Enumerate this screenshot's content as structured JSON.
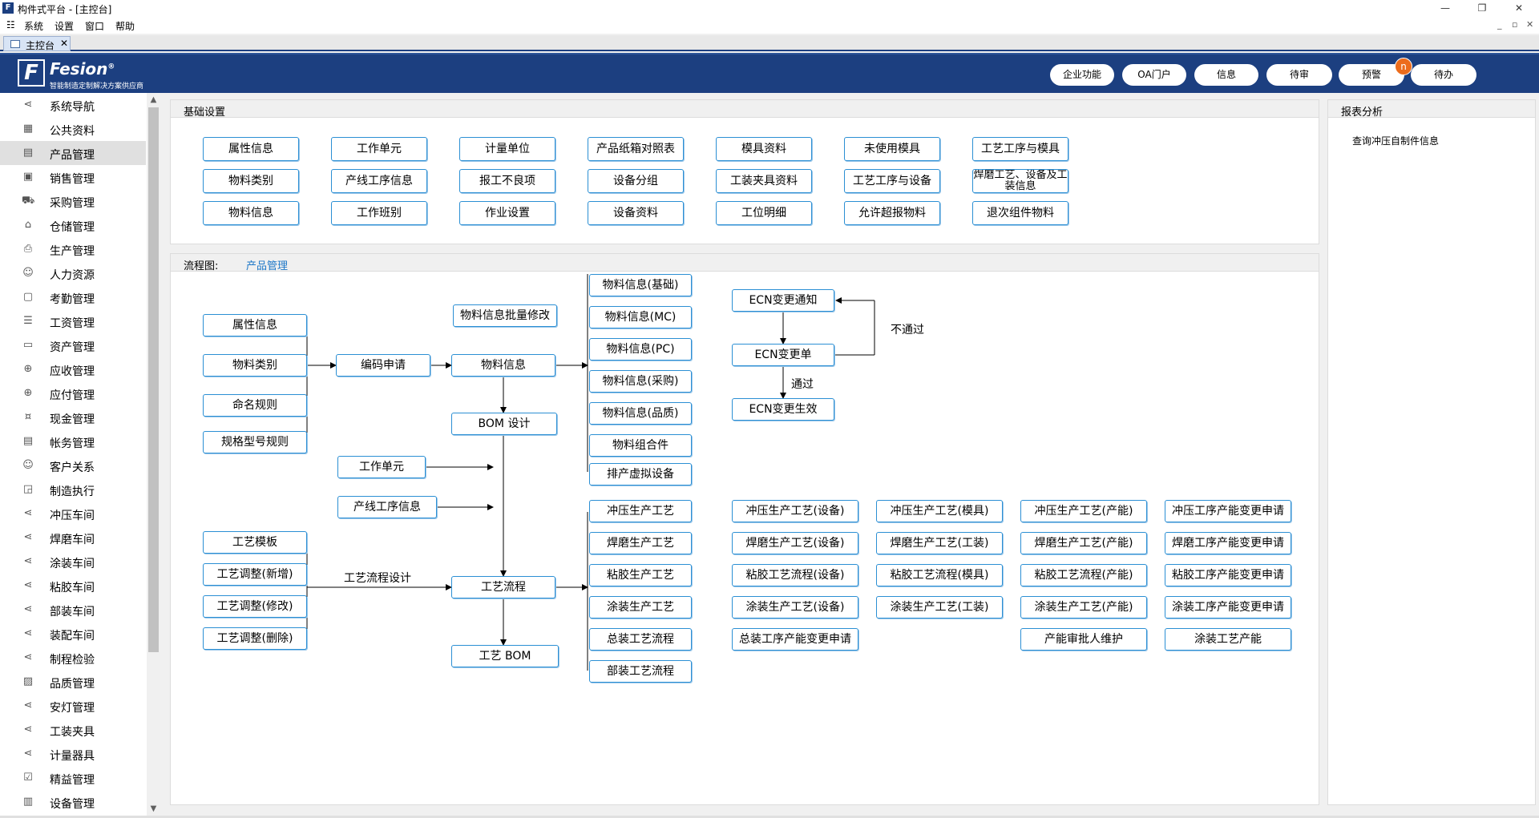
{
  "window": {
    "title": "构件式平台 - [主控台]",
    "app_icon": "F"
  },
  "menu": [
    "系统",
    "设置",
    "窗口",
    "帮助"
  ],
  "tab": {
    "label": "主控台",
    "close": "✕"
  },
  "brand": {
    "name": "Fesion",
    "reg": "®",
    "slogan": "智能制造定制解决方案供应商",
    "color": "#1c3f80"
  },
  "header_buttons": [
    "企业功能",
    "OA门户",
    "信息",
    "待审",
    "预警",
    "待办"
  ],
  "header_badge": "n",
  "sidebar": [
    {
      "label": "系统导航",
      "icon": "share-icon"
    },
    {
      "label": "公共资料",
      "icon": "grid-icon"
    },
    {
      "label": "产品管理",
      "icon": "calendar-icon",
      "active": true
    },
    {
      "label": "销售管理",
      "icon": "sales-icon"
    },
    {
      "label": "采购管理",
      "icon": "cart-icon"
    },
    {
      "label": "仓储管理",
      "icon": "warehouse-icon"
    },
    {
      "label": "生产管理",
      "icon": "printer-icon"
    },
    {
      "label": "人力资源",
      "icon": "person-icon"
    },
    {
      "label": "考勤管理",
      "icon": "attendance-icon"
    },
    {
      "label": "工资管理",
      "icon": "document-icon"
    },
    {
      "label": "资产管理",
      "icon": "briefcase-icon"
    },
    {
      "label": "应收管理",
      "icon": "arrow-down-circle-icon"
    },
    {
      "label": "应付管理",
      "icon": "arrow-up-circle-icon"
    },
    {
      "label": "现金管理",
      "icon": "cash-icon"
    },
    {
      "label": "帐务管理",
      "icon": "ledger-icon"
    },
    {
      "label": "客户关系",
      "icon": "customer-icon"
    },
    {
      "label": "制造执行",
      "icon": "bag-icon"
    },
    {
      "label": "冲压车间",
      "icon": "share-icon"
    },
    {
      "label": "焊磨车间",
      "icon": "share-icon"
    },
    {
      "label": "涂装车间",
      "icon": "share-icon"
    },
    {
      "label": "粘胶车间",
      "icon": "share-icon"
    },
    {
      "label": "部装车间",
      "icon": "share-icon"
    },
    {
      "label": "装配车间",
      "icon": "share-icon"
    },
    {
      "label": "制程检验",
      "icon": "share-icon"
    },
    {
      "label": "品质管理",
      "icon": "image-icon"
    },
    {
      "label": "安灯管理",
      "icon": "share-icon"
    },
    {
      "label": "工装夹具",
      "icon": "share-icon"
    },
    {
      "label": "计量器具",
      "icon": "share-icon"
    },
    {
      "label": "精益管理",
      "icon": "checklist-icon"
    },
    {
      "label": "设备管理",
      "icon": "device-icon"
    }
  ],
  "basic_settings": {
    "title": "基础设置",
    "buttons": [
      [
        "属性信息",
        "工作单元",
        "计量单位",
        "产品纸箱对照表",
        "模具资料",
        "未使用模具",
        "工艺工序与模具"
      ],
      [
        "物料类别",
        "产线工序信息",
        "报工不良项",
        "设备分组",
        "工装夹具资料",
        "工艺工序与设备",
        "焊磨工艺、设备及工装信息"
      ],
      [
        "物料信息",
        "工作班别",
        "作业设置",
        "设备资料",
        "工位明细",
        "允许超报物料",
        "退次组件物料"
      ]
    ]
  },
  "flow": {
    "label": "流程图:",
    "module": "产品管理",
    "left_inputs": [
      "属性信息",
      "物料类别",
      "命名规则",
      "规格型号规则"
    ],
    "code_apply": "编码申请",
    "material_info": "物料信息",
    "batch_modify": "物料信息批量修改",
    "bom_design": "BOM 设计",
    "work_unit": "工作单元",
    "line_process": "产线工序信息",
    "process_inputs": [
      "工艺模板",
      "工艺调整(新增)",
      "工艺调整(修改)",
      "工艺调整(删除)"
    ],
    "process_design_label": "工艺流程设计",
    "process_flow": "工艺流程",
    "process_bom": "工艺 BOM",
    "material_outputs": [
      "物料信息(基础)",
      "物料信息(MC)",
      "物料信息(PC)",
      "物料信息(采购)",
      "物料信息(品质)",
      "物料组合件",
      "排产虚拟设备"
    ],
    "process_outputs": [
      "冲压生产工艺",
      "焊磨生产工艺",
      "粘胶生产工艺",
      "涂装生产工艺",
      "总装工艺流程",
      "部装工艺流程"
    ],
    "ecn": {
      "notice": "ECN变更通知",
      "order": "ECN变更单",
      "effective": "ECN变更生效",
      "pass": "通过",
      "fail": "不通过"
    },
    "grid": [
      [
        "冲压生产工艺(设备)",
        "焊磨生产工艺(设备)",
        "粘胶工艺流程(设备)",
        "涂装生产工艺(设备)",
        "总装工序产能变更申请"
      ],
      [
        "冲压生产工艺(模具)",
        "焊磨生产工艺(工装)",
        "粘胶工艺流程(模具)",
        "涂装生产工艺(工装)"
      ],
      [
        "冲压生产工艺(产能)",
        "焊磨生产工艺(产能)",
        "粘胶工艺流程(产能)",
        "涂装生产工艺(产能)",
        "产能审批人维护"
      ],
      [
        "冲压工序产能变更申请",
        "焊磨工序产能变更申请",
        "粘胶工序产能变更申请",
        "涂装工序产能变更申请",
        "涂装工艺产能"
      ]
    ]
  },
  "report": {
    "title": "报表分析",
    "items": [
      "查询冲压自制件信息"
    ]
  }
}
